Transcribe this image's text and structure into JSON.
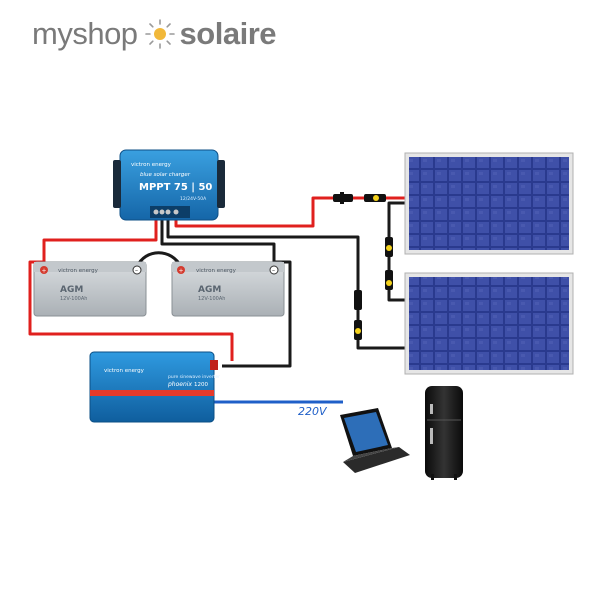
{
  "logo": {
    "part1": "myshop",
    "part2": "solaire",
    "icon": "sun-icon"
  },
  "controller": {
    "brand": "victron energy",
    "subtitle": "blue solar charger",
    "model": "MPPT 75 | 50",
    "spec": "12/24V-50A"
  },
  "batteries": [
    {
      "brand": "victron energy",
      "type": "AGM",
      "spec": "12V-100Ah"
    },
    {
      "brand": "victron energy",
      "type": "AGM",
      "spec": "12V-100Ah"
    }
  ],
  "inverter": {
    "brand": "victron energy",
    "line1": "pure sinewave inverter",
    "line2": "phoenix",
    "model": "1200"
  },
  "ac_label": "220V",
  "colors": {
    "positive": "#e0201e",
    "negative": "#1a1a1a",
    "ac": "#1f5fc8",
    "victron_blue": "#1e7ec6"
  }
}
